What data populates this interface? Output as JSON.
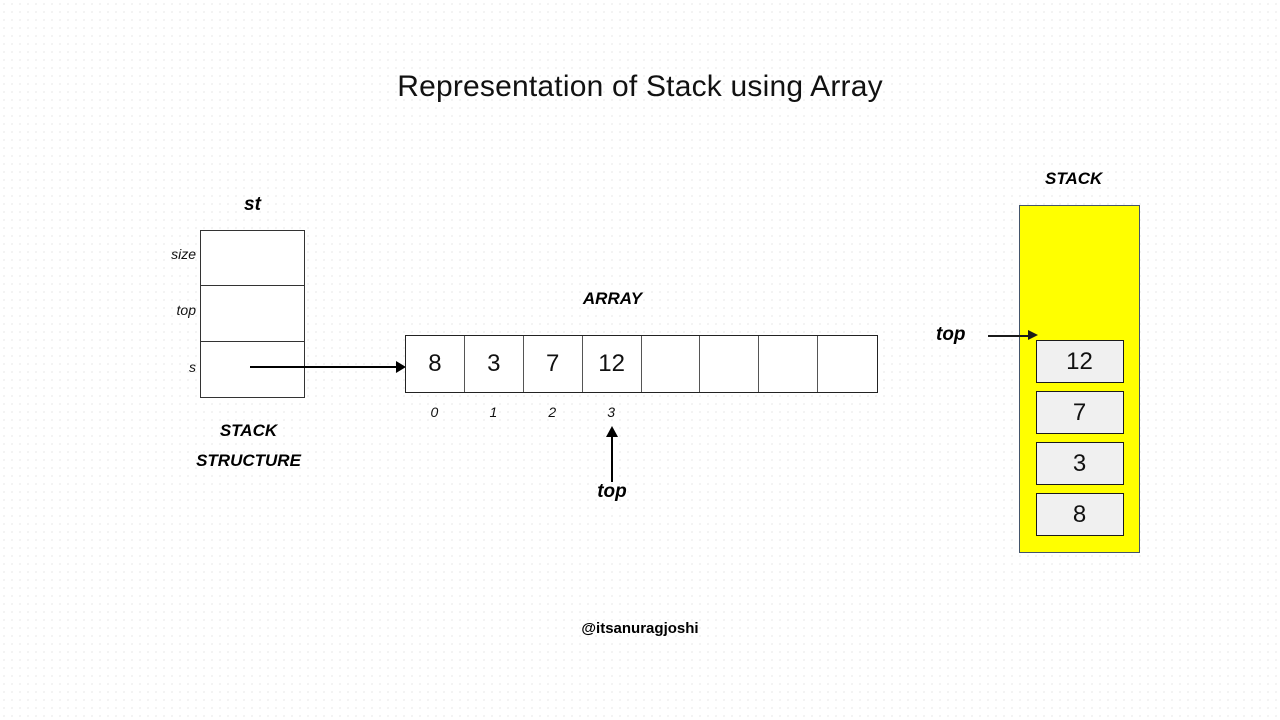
{
  "slide": {
    "title": "Representation of Stack using Array",
    "footer_handle": "@itsanuragjoshi"
  },
  "stack_structure": {
    "name_label": "st",
    "caption_line1": "STACK",
    "caption_line2": "STRUCTURE",
    "fields": [
      {
        "label": "size",
        "value": ""
      },
      {
        "label": "top",
        "value": ""
      },
      {
        "label": "s",
        "value": ""
      }
    ]
  },
  "array": {
    "title": "ARRAY",
    "cells": [
      "8",
      "3",
      "7",
      "12",
      "",
      "",
      "",
      ""
    ],
    "indices": [
      "0",
      "1",
      "2",
      "3",
      "",
      "",
      "",
      ""
    ],
    "pointer_label": "top",
    "pointer_index": "3"
  },
  "visual_stack": {
    "caption": "STACK",
    "pointer_label": "top",
    "items": [
      "12",
      "7",
      "3",
      "8"
    ],
    "container_color": "#FFFF00",
    "item_color": "#F0F0F0",
    "border_color": "#44546A"
  }
}
